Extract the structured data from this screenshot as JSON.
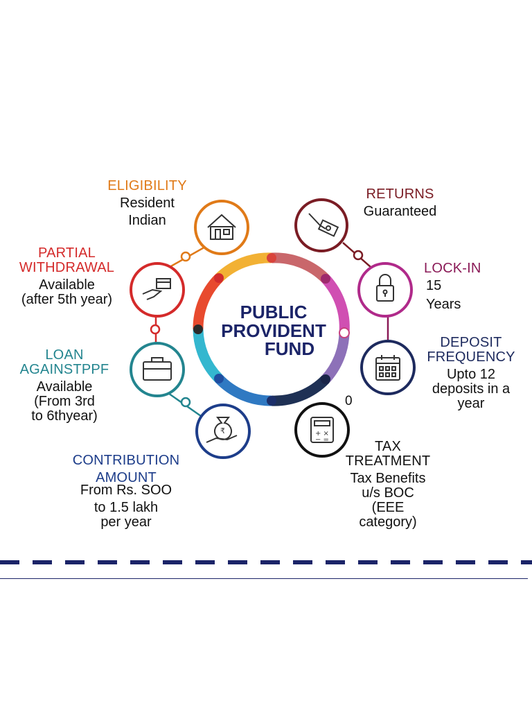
{
  "center": {
    "line1": "PUBLIC",
    "line2": "PROVIDENT",
    "line3": "FUND"
  },
  "colors": {
    "eligibility": "#e07a18",
    "returns": "#7a1c24",
    "partial": "#d42a2a",
    "lockin": "#8a1a57",
    "loan": "#23858f",
    "deposit": "#1d2a5e",
    "contribution": "#1d3d8a",
    "tax": "#111111"
  },
  "items": {
    "eligibility": {
      "title": "ELIGIBILITY",
      "line1": "Resident",
      "line2": "Indian",
      "icon": "house-icon"
    },
    "returns": {
      "title": "RETURNS",
      "line1": "Guaranteed",
      "icon": "hand-money-icon"
    },
    "partial": {
      "title1": "PARTIAL",
      "title2": "WITHDRAWAL",
      "line1": "Available",
      "line2": "(after 5th year)",
      "icon": "hand-card-icon"
    },
    "lockin": {
      "title": "LOCK-IN",
      "line1": "15",
      "line2": "Years",
      "icon": "padlock-icon"
    },
    "loan": {
      "title1": "LOAN",
      "title2": "AGAINSTPPF",
      "line1": "Available",
      "line2": "(From 3rd",
      "line3": "to 6thyear)",
      "icon": "briefcase-icon"
    },
    "deposit": {
      "title1": "DEPOSIT",
      "title2": "FREQUENCY",
      "line1": "Upto 12",
      "line2": "deposits in a",
      "line3": "year",
      "icon": "calendar-icon"
    },
    "contribution": {
      "title1": "CONTRIBUTION",
      "title2": "AMOUNT",
      "line1": "From Rs. SOO",
      "line2": "to 1.5 lakh",
      "line3": "per year",
      "icon": "rupee-bag-hand-icon"
    },
    "tax": {
      "title1": "TAX",
      "title2": "TREATMENT",
      "line1": "Tax Benefits",
      "line2": "u/s BOC",
      "line3": "(EEE",
      "line4": "category)",
      "icon": "calculator-icon"
    }
  },
  "stray_zero": "0"
}
